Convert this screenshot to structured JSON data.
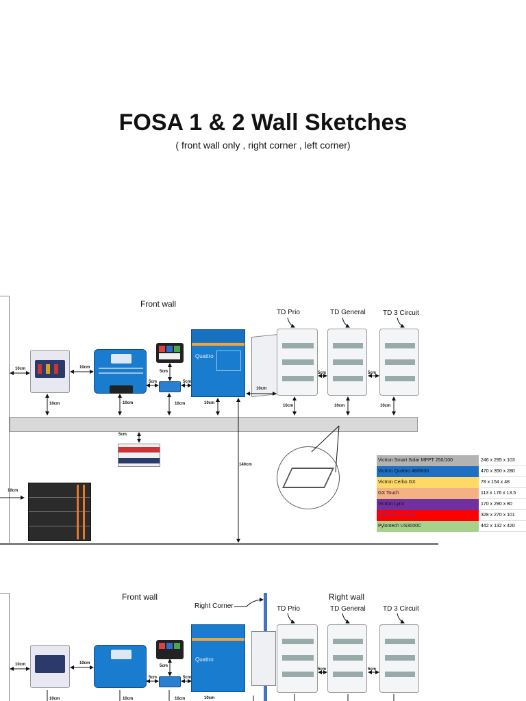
{
  "header": {
    "title": "FOSA 1 & 2 Wall Sketches",
    "subtitle": "( front wall only , right corner , left corner)"
  },
  "sketch1": {
    "wall_label": "Front wall",
    "td_labels": [
      "TD Prio",
      "TD General",
      "TD 3 Circuit"
    ],
    "dims": {
      "left_gap": "10cm",
      "mid_gap": "10cm",
      "gx_gap": "5cm",
      "lynx_gap_l": "5cm",
      "lynx_gap_r": "5cm",
      "quattro_gap": "10cm",
      "td_gap1": "5cm",
      "td_gap2": "5cm",
      "below1": "10cm",
      "below2": "10cm",
      "below3": "10cm",
      "below4": "10cm",
      "below5": "10cm",
      "below6": "10cm",
      "below7": "10cm",
      "height": "140cm",
      "lynx_tray": "5cm",
      "battery_gap": "10cm"
    },
    "quattro_text": "Quattro"
  },
  "legend": [
    {
      "name": "Victron Smart Solar MPPT 250/100",
      "size": "246 x 295 x 103",
      "color": "#b3b3b3",
      "text_color": "#111111"
    },
    {
      "name": "Victron Quattro 48/8000",
      "size": "470 x 350 x 280",
      "color": "#1f6fc4",
      "text_color": "#111111"
    },
    {
      "name": "Victron Cerbo GX",
      "size": "78 x 154 x 48",
      "color": "#ffd966",
      "text_color": "#111111"
    },
    {
      "name": "GX Touch",
      "size": "113 x 176 x 13.5",
      "color": "#f4b183",
      "text_color": "#111111"
    },
    {
      "name": "Victron Lynx",
      "size": "170 x 290 x 80",
      "color": "#7030a0",
      "text_color": "#111111"
    },
    {
      "name": "ONESTO TD Prio",
      "size": "328 x 270 x 101",
      "color": "#ff0000",
      "text_color": "#7030a0"
    },
    {
      "name": "Pylontech US3000C",
      "size": "442 x 132 x 420",
      "color": "#a9d18e",
      "text_color": "#111111"
    }
  ],
  "sketch2": {
    "wall_label": "Front wall",
    "right_wall_label": "Right  wall",
    "corner_label": "Right Corner",
    "td_labels": [
      "TD Prio",
      "TD General",
      "TD 3 Circuit"
    ],
    "dims": {
      "left_gap": "10cm",
      "mid_gap": "10cm",
      "gx_gap": "5cm",
      "lynx_gap_l": "5cm",
      "lynx_gap_r": "5cm",
      "td_gap1": "5cm",
      "td_gap2": "5cm",
      "below1": "10cm",
      "below2": "10cm",
      "below3": "10cm",
      "below4": "10cm"
    },
    "quattro_text": "Quattro"
  },
  "colors": {
    "victron_blue": "#1a7ccf",
    "tray_gray": "#d9d9d9",
    "floor_gray": "#7f7f7f",
    "corner_blue": "#4472c4"
  }
}
